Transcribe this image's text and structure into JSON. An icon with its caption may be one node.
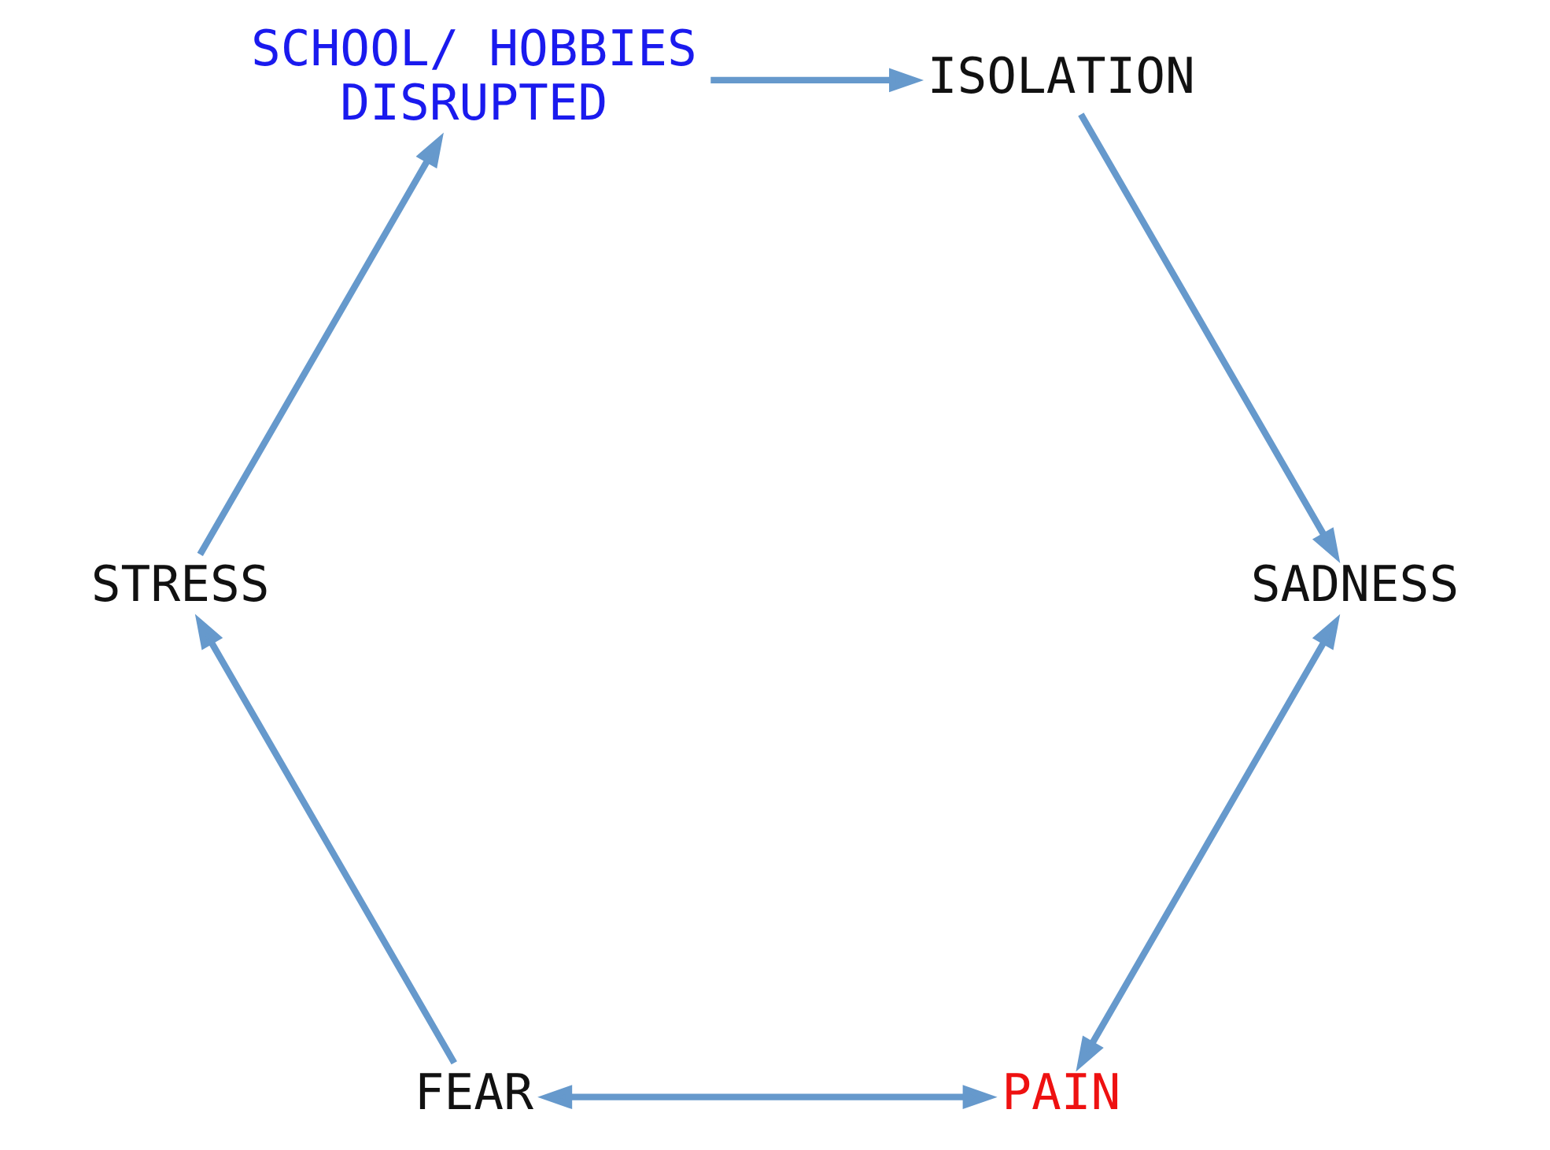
{
  "diagram": {
    "nodes": [
      {
        "text": [
          "PAIN"
        ]
      },
      {
        "text": [
          "FEAR"
        ]
      },
      {
        "text": [
          "STRESS"
        ]
      },
      {
        "text": [
          "SCHOOL/ HOBBIES DISRUPTED"
        ]
      },
      {
        "text": [
          "ISOLATION"
        ]
      },
      {
        "text": [
          "SADNESS"
        ]
      }
    ],
    "edges": [
      {
        "from": 0,
        "to": 1,
        "arrow": "both"
      },
      {
        "from": 1,
        "to": 2,
        "arrow": "to"
      },
      {
        "from": 2,
        "to": 3,
        "arrow": "to"
      },
      {
        "from": 3,
        "to": 4,
        "arrow": "to"
      },
      {
        "from": 4,
        "to": 5,
        "arrow": "to"
      },
      {
        "from": 5,
        "to": 0,
        "arrow": "both"
      }
    ]
  }
}
